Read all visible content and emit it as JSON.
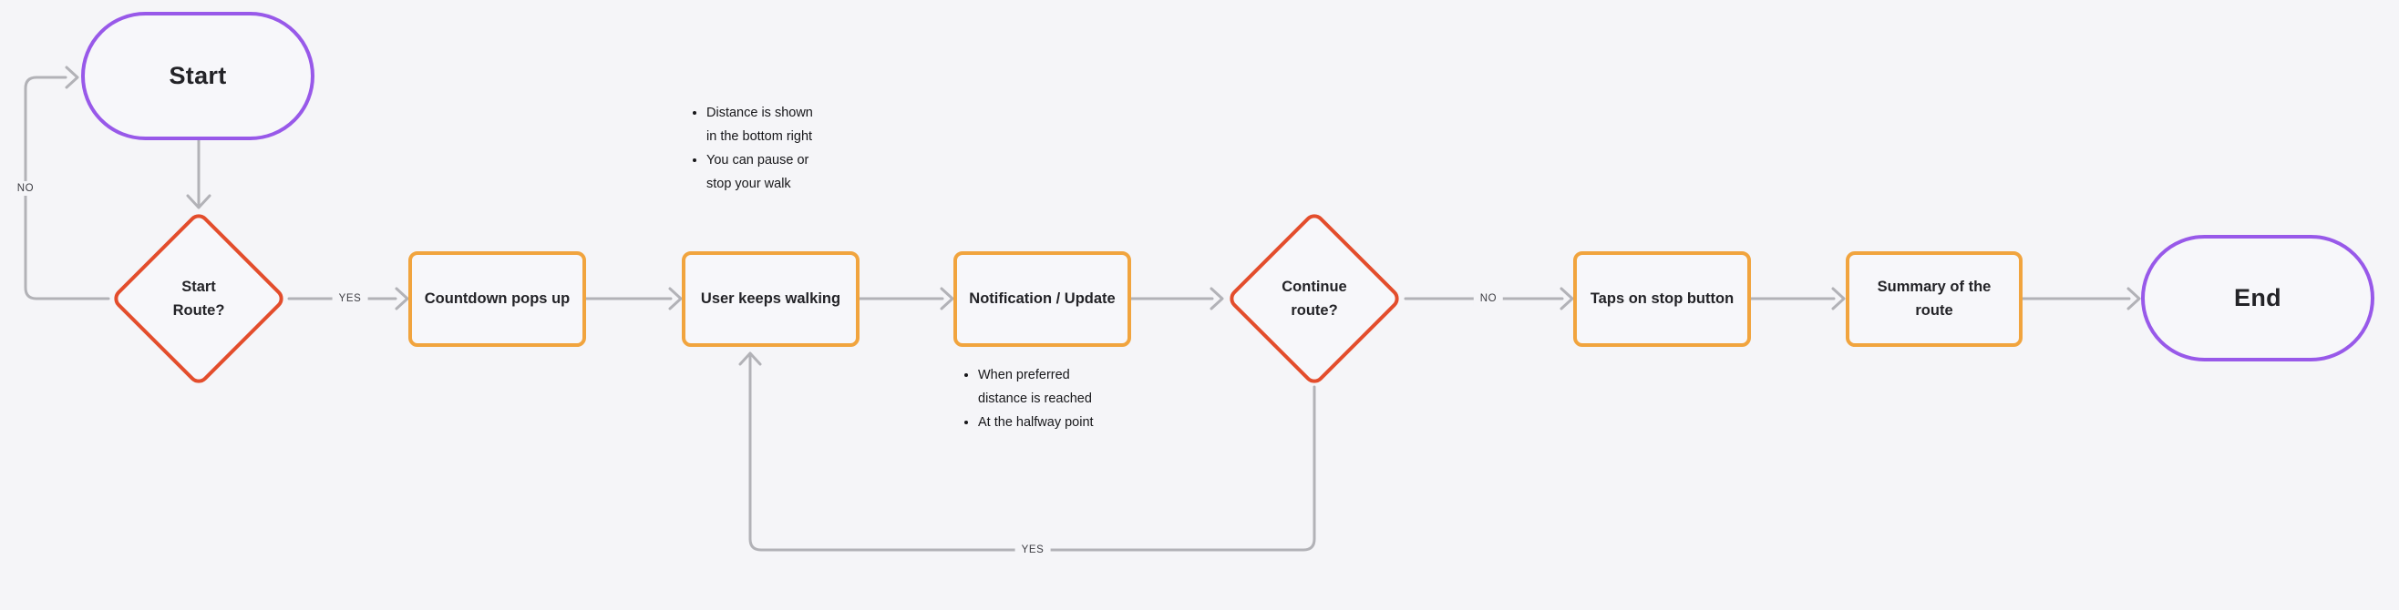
{
  "diagram": {
    "background": "#f5f5f8",
    "colors": {
      "terminal_border": "#9859e9",
      "process_border": "#f1a43e",
      "decision_border": "#e34d2c",
      "connector": "#b2b2b7",
      "node_text": "#232327",
      "edge_label_text": "#3c3c42"
    },
    "nodes": {
      "start": {
        "label": "Start"
      },
      "start_route": {
        "line1": "Start",
        "line2": "Route?"
      },
      "countdown": {
        "label": "Countdown pops up"
      },
      "walking": {
        "label": "User keeps walking"
      },
      "notification": {
        "label": "Notification / Update"
      },
      "continue_route": {
        "line1": "Continue",
        "line2": "route?"
      },
      "stop": {
        "label": "Taps on stop button"
      },
      "summary": {
        "label": "Summary of the route"
      },
      "end": {
        "label": "End"
      }
    },
    "edge_labels": {
      "start_route_no": "NO",
      "start_route_yes": "YES",
      "continue_route_no": "NO",
      "continue_route_yes": "YES"
    },
    "notes": {
      "walking": [
        "Distance is shown in the bottom right",
        "You can pause or stop your walk"
      ],
      "notification": [
        "When preferred distance is reached",
        "At the halfway point"
      ]
    }
  }
}
